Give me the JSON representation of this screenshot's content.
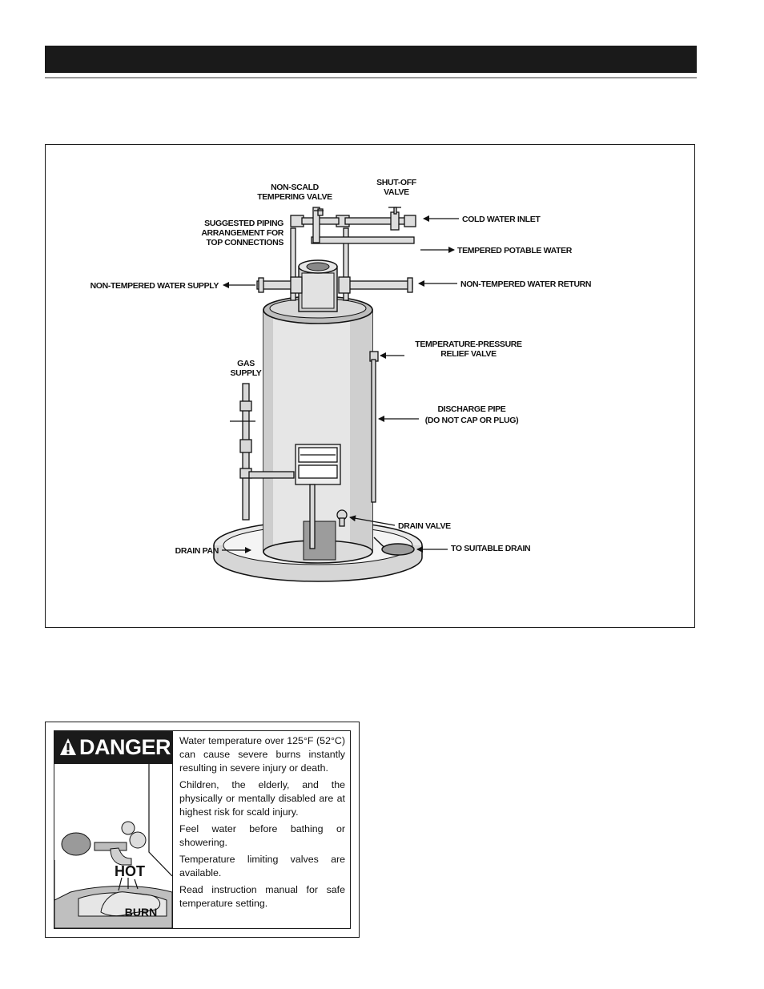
{
  "figure": {
    "labels": {
      "non_scald_1": "NON-SCALD",
      "non_scald_2": "TEMPERING VALVE",
      "shutoff_1": "SHUT-OFF",
      "shutoff_2": "VALVE",
      "suggested_1": "SUGGESTED PIPING",
      "suggested_2": "ARRANGEMENT FOR",
      "suggested_3": "TOP CONNECTIONS",
      "cold_water_inlet": "COLD WATER INLET",
      "tempered_potable": "TEMPERED POTABLE WATER",
      "non_tempered_supply": "NON-TEMPERED WATER SUPPLY",
      "non_tempered_return": "NON-TEMPERED WATER RETURN",
      "tp_relief_1": "TEMPERATURE-PRESSURE",
      "tp_relief_2": "RELIEF VALVE",
      "gas_supply_1": "GAS",
      "gas_supply_2": "SUPPLY",
      "discharge_1": "DISCHARGE PIPE",
      "discharge_2": "(DO NOT CAP OR PLUG)",
      "drain_valve": "DRAIN VALVE",
      "drain_pan": "DRAIN PAN",
      "to_suitable_drain": "TO SUITABLE DRAIN"
    }
  },
  "danger_label": {
    "header": "DANGER",
    "pictogram_hot": "HOT",
    "pictogram_burn": "BURN",
    "paragraphs": [
      "Water temperature over 125°F (52°C) can cause severe burns instantly resulting in severe injury or death.",
      "Children, the elderly, and the physically or mentally disabled are at highest risk for scald injury.",
      "Feel water before bathing or showering.",
      "Temperature limiting valves are available.",
      "Read instruction manual for safe temperature setting."
    ]
  }
}
